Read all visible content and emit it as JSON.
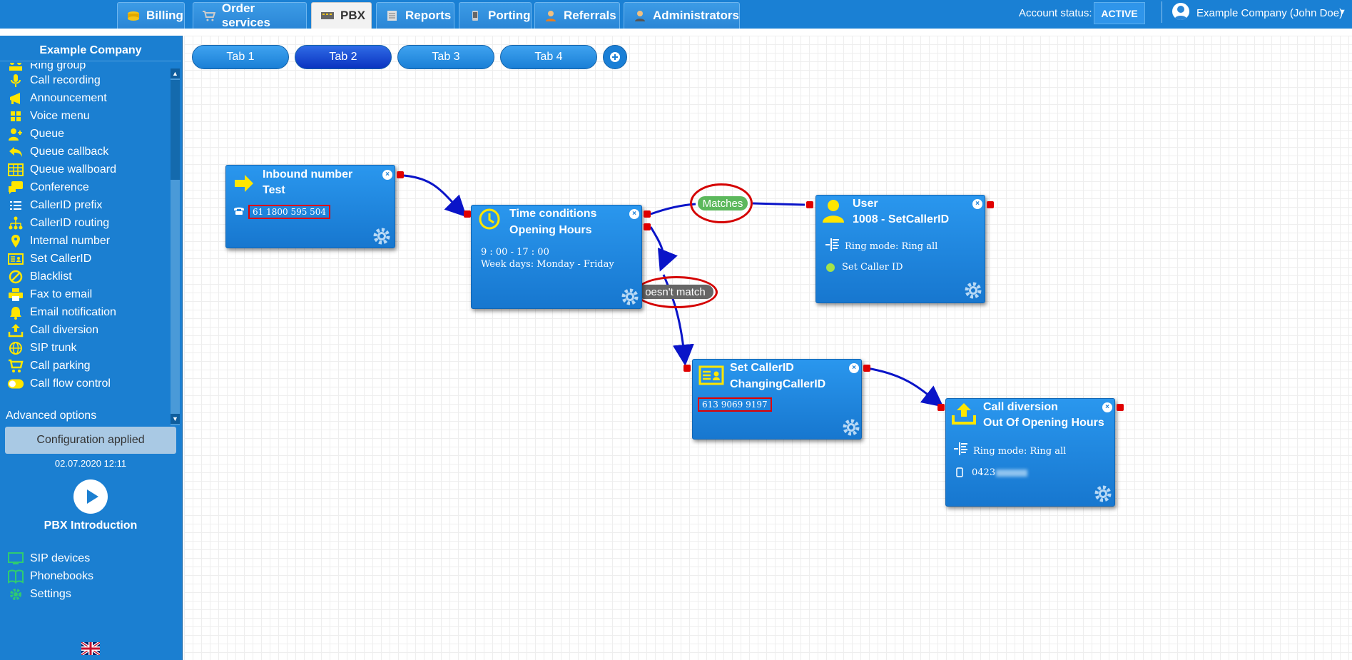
{
  "topnav": {
    "tabs": [
      {
        "label": "Billing",
        "icon": "coins-icon"
      },
      {
        "label": "Order services",
        "icon": "cart-icon"
      },
      {
        "label": "PBX",
        "icon": "pbx-icon",
        "active": true
      },
      {
        "label": "Reports",
        "icon": "report-icon"
      },
      {
        "label": "Porting",
        "icon": "phone-icon"
      },
      {
        "label": "Referrals",
        "icon": "person-icon"
      },
      {
        "label": "Administrators",
        "icon": "admin-icon"
      }
    ],
    "account_status_label": "Account status:",
    "account_status": "ACTIVE",
    "user": "Example Company (John Doe)"
  },
  "sidebar": {
    "company": "Example Company",
    "menu": [
      {
        "label": "Ring group",
        "icon": "ring-group-icon"
      },
      {
        "label": "Call recording",
        "icon": "microphone-icon"
      },
      {
        "label": "Announcement",
        "icon": "megaphone-icon"
      },
      {
        "label": "Voice menu",
        "icon": "grid-icon"
      },
      {
        "label": "Queue",
        "icon": "user-add-icon"
      },
      {
        "label": "Queue callback",
        "icon": "reply-icon"
      },
      {
        "label": "Queue wallboard",
        "icon": "table-icon"
      },
      {
        "label": "Conference",
        "icon": "chat-icon"
      },
      {
        "label": "CallerID prefix",
        "icon": "list-icon"
      },
      {
        "label": "CallerID routing",
        "icon": "sitemap-icon"
      },
      {
        "label": "Internal number",
        "icon": "map-pin-icon"
      },
      {
        "label": "Set CallerID",
        "icon": "id-card-icon"
      },
      {
        "label": "Blacklist",
        "icon": "ban-icon"
      },
      {
        "label": "Fax to email",
        "icon": "printer-icon"
      },
      {
        "label": "Email notification",
        "icon": "bell-icon"
      },
      {
        "label": "Call diversion",
        "icon": "upload-icon"
      },
      {
        "label": "SIP trunk",
        "icon": "globe-icon"
      },
      {
        "label": "Call parking",
        "icon": "cart-icon"
      },
      {
        "label": "Call flow control",
        "icon": "toggle-icon"
      }
    ],
    "advanced_options": "Advanced options",
    "config_status": "Configuration applied",
    "config_date": "02.07.2020 12:11",
    "intro_label": "PBX Introduction",
    "bottom_links": [
      {
        "label": "SIP devices",
        "icon": "monitor-icon"
      },
      {
        "label": "Phonebooks",
        "icon": "book-icon"
      },
      {
        "label": "Settings",
        "icon": "gear-icon"
      }
    ]
  },
  "canvas_tabs": [
    {
      "label": "Tab 1"
    },
    {
      "label": "Tab 2",
      "active": true
    },
    {
      "label": "Tab 3"
    },
    {
      "label": "Tab 4"
    }
  ],
  "nodes": {
    "inbound": {
      "title": "Inbound number",
      "subtitle": "Test",
      "number": "61 1800 595 504"
    },
    "time": {
      "title": "Time conditions",
      "subtitle": "Opening Hours",
      "hours": "9 : 00 - 17 : 00",
      "days": "Week days: Monday - Friday"
    },
    "user": {
      "title": "User",
      "subtitle": "1008 - SetCallerID",
      "ring_mode": "Ring mode: Ring all",
      "option": "Set Caller ID"
    },
    "setcid": {
      "title": "Set CallerID",
      "subtitle": "ChangingCallerID",
      "number": "613 9069 9197"
    },
    "diversion": {
      "title": "Call diversion",
      "subtitle": "Out Of Opening Hours",
      "ring_mode": "Ring mode: Ring all",
      "number": "0423"
    }
  },
  "connectors": {
    "matches": "Matches",
    "no_match": "oesn't match"
  },
  "colors": {
    "primary": "#1b7fd1",
    "accent_yellow": "#ffe600",
    "port_red": "#e00000",
    "matches_green": "#5cb85c",
    "nomatch_gray": "#666666"
  }
}
